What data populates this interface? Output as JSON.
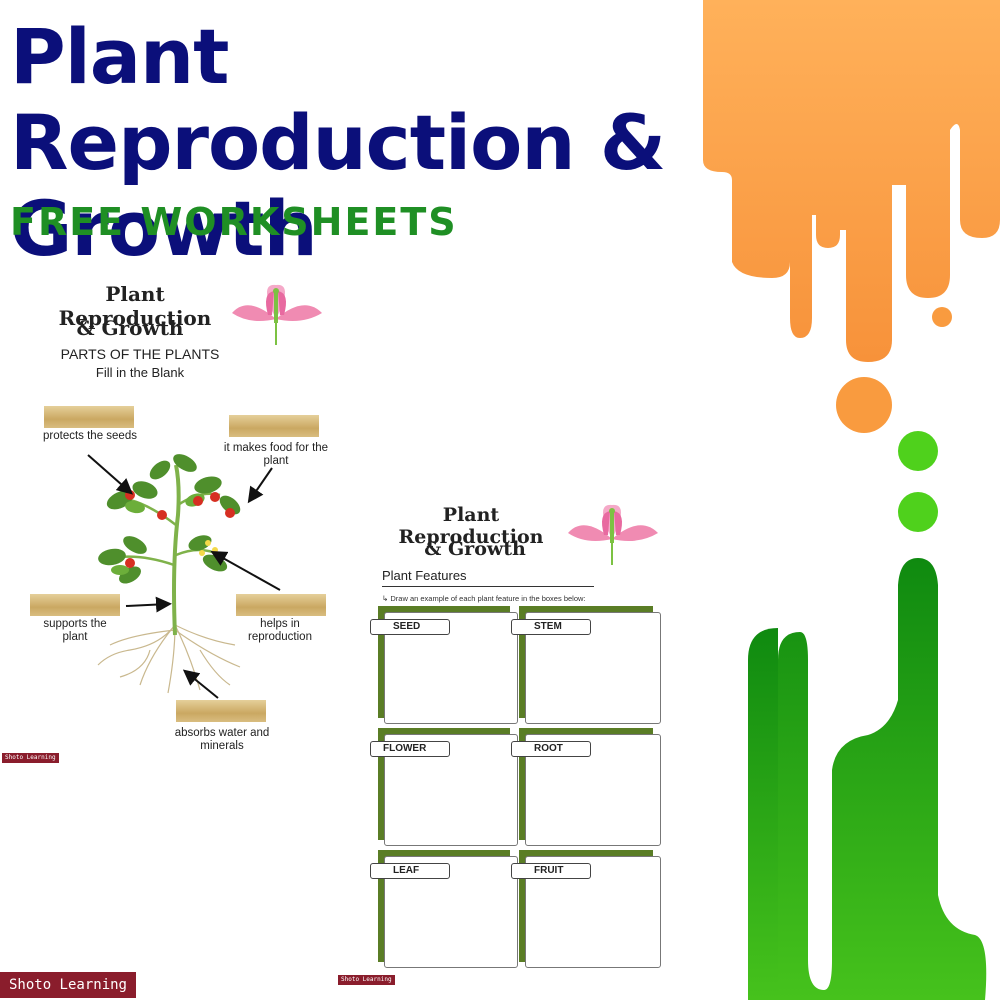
{
  "header": {
    "title": "Plant Reproduction & Growth",
    "subtitle": "FREE WORKSHEETS"
  },
  "worksheet1": {
    "title_line1": "Plant Reproduction",
    "title_line2": "& Growth",
    "heading": "PARTS OF THE PLANTS",
    "subheading": "Fill in the Blank",
    "labels": {
      "protects": "protects the seeds",
      "food": "it makes food for the plant",
      "supports": "supports the plant",
      "reproduction": "helps in reproduction",
      "absorbs": "absorbs water and minerals"
    },
    "brand": "Shoto Learning"
  },
  "worksheet2": {
    "title_line1": "Plant Reproduction",
    "title_line2": "& Growth",
    "section": "Plant Features",
    "instruction": "Draw an example of each plant feature in the boxes below:",
    "boxes": [
      "SEED",
      "STEM",
      "FLOWER",
      "ROOT",
      "LEAF",
      "FRUIT"
    ],
    "brand": "Shoto Learning"
  },
  "footer": {
    "brand": "Shoto Learning"
  },
  "colors": {
    "title": "#0b0f7a",
    "subtitle": "#1f8f24",
    "orange": "#f99b3f",
    "green": "#21a21c",
    "bright_green": "#4fd11c",
    "box_green": "#5a7d25",
    "brand": "#8a1d2c"
  }
}
